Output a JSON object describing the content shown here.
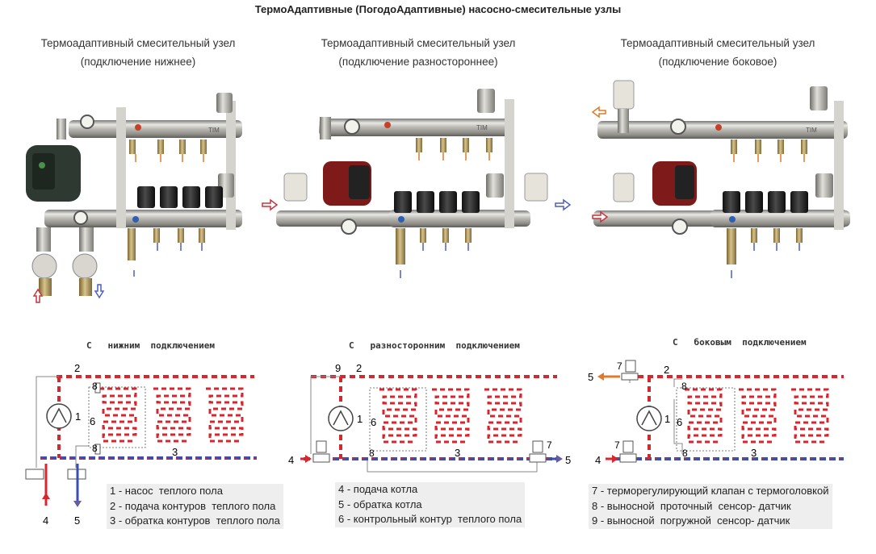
{
  "title": "ТермоАдаптивные (ПогодоАдаптивные) насосно-смесительные узлы",
  "units": [
    {
      "line1": "Термоадаптивный смесительный узел",
      "line2": "(подключение нижнее)"
    },
    {
      "line1": "Термоадаптивный смесительный узел",
      "line2": "(подключение разностороннее)"
    },
    {
      "line1": "Термоадаптивный смесительный узел",
      "line2": "(подключение боковое)"
    }
  ],
  "schemes": [
    {
      "title": "С   нижним  подключением"
    },
    {
      "title": "С   разносторонним  подключением"
    },
    {
      "title": "С   боковым  подключением"
    }
  ],
  "brand": "TIM",
  "labels": {
    "n1": "1",
    "n2": "2",
    "n3": "3",
    "n4": "4",
    "n5": "5",
    "n6": "6",
    "n7": "7",
    "n8": "8",
    "n9": "9"
  },
  "legend": [
    [
      "1 - насос  теплого пола",
      "2 - подача контуров  теплого пола",
      "3 - обратка контуров  теплого пола"
    ],
    [
      "4 - подача котла",
      "5 - обратка котла",
      "6 - контрольный контур  теплого пола"
    ],
    [
      "7 - терморегулирующий клапан с термоголовкой",
      "8 - выносной  проточный  сенсор- датчик",
      "9 - выносной  погружной  сенсор- датчик"
    ]
  ],
  "colors": {
    "supply": "#d9262c",
    "return": "#3b4fb3",
    "flow_in": "#c8323c",
    "flow_out": "#4d5fbf",
    "boiler_out": "#e07a2a",
    "pump_body": "#2a3a30",
    "pump_red": "#8c1c1c"
  }
}
